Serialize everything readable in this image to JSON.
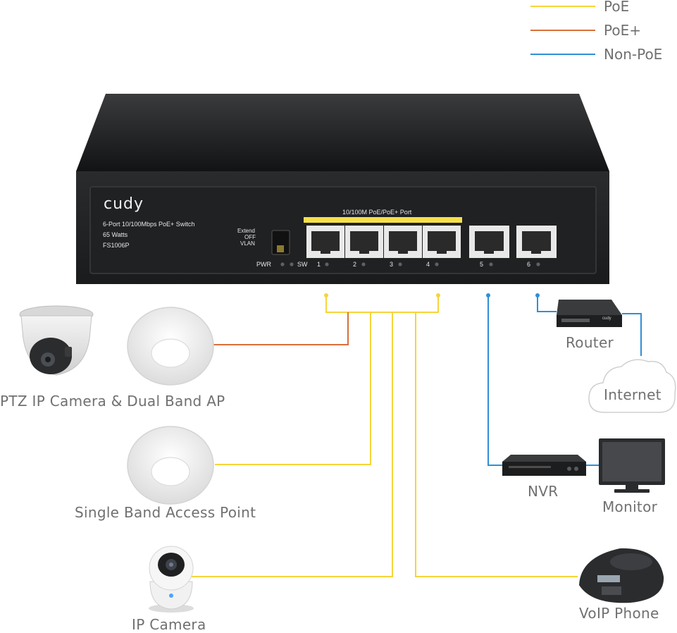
{
  "legend": [
    {
      "label": "PoE",
      "color": "#f6d43a"
    },
    {
      "label": "PoE+",
      "color": "#d9703a"
    },
    {
      "label": "Non-PoE",
      "color": "#2f8fd6"
    }
  ],
  "switch": {
    "brand": "cudy",
    "model_line": "6-Port 10/100Mbps PoE+ Switch",
    "power": "65 Watts",
    "model": "FS1006P",
    "port_group_label": "10/100M PoE/PoE+ Port",
    "mode_options": [
      "Extend",
      "OFF",
      "VLAN"
    ],
    "pwr_label": "PWR",
    "sw_label": "SW",
    "port_numbers": [
      "1",
      "2",
      "3",
      "4",
      "5",
      "6"
    ]
  },
  "devices": {
    "ptz_ap": "PTZ IP Camera & Dual Band AP",
    "single_ap": "Single Band Access Point",
    "ip_camera": "IP Camera",
    "router": "Router",
    "router_brand": "cudy",
    "internet": "Internet",
    "nvr": "NVR",
    "monitor": "Monitor",
    "voip": "VoIP Phone"
  }
}
